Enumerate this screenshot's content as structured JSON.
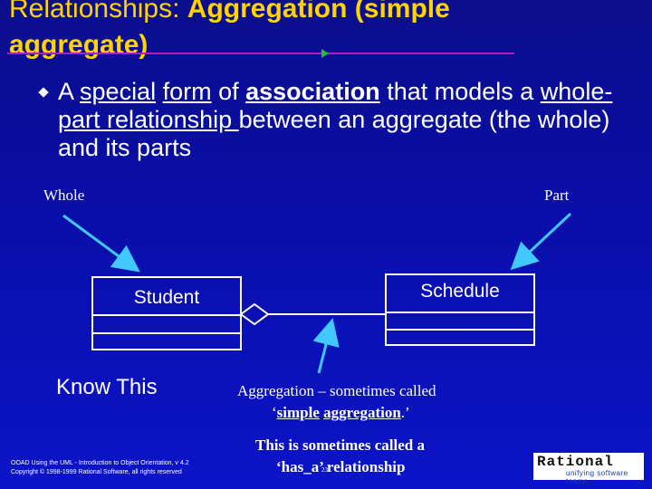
{
  "slide": {
    "title_plain": "Relationships:",
    "title_bold_1": "Aggregation (simple",
    "title_bold_2": "aggregate)",
    "bullet": {
      "w1": "A ",
      "u1": "special",
      "w2": " ",
      "u2": "form",
      "w3": " of ",
      "u3": "association",
      "w4": " that models a ",
      "u4": "whole-part relationship ",
      "w5": "between an aggregate (the whole) and its parts"
    },
    "label_whole": "Whole",
    "label_part": "Part",
    "class_left": "Student",
    "class_right": "Schedule",
    "know_this": "Know This",
    "caption1_line1": "Aggregation – sometimes called",
    "caption1_open": "‘",
    "caption1_u1": "simple",
    "caption1_space": " ",
    "caption1_u2": "aggregation",
    "caption1_close": ".’",
    "caption2_line1": "This is sometimes called a",
    "caption2_line2": "‘has_a’ relationship",
    "footer_line1": "OOAD Using the UML - Introduction to Object Orientation, v 4.2",
    "footer_line2": "Copyright © 1998-1999 Rational Software, all rights reserved",
    "page_number": "23",
    "logo_main": "Rational",
    "logo_sub": "unifying software teams"
  },
  "colors": {
    "title": "#ffd400",
    "rule": "#b020c0",
    "arrow": "#40c8ff"
  }
}
